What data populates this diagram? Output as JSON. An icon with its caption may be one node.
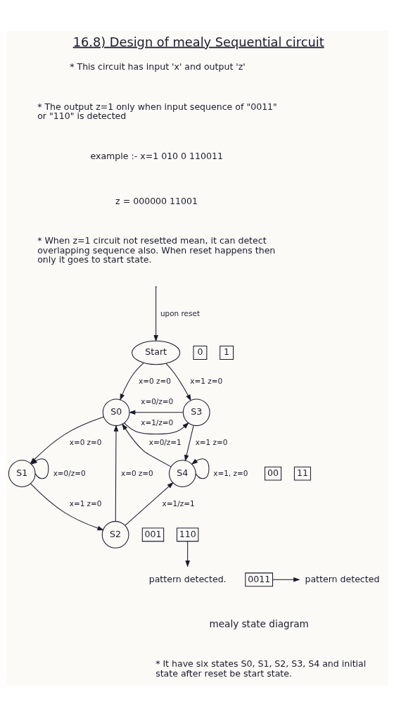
{
  "diagram": {
    "title": "16.8) Design of mealy Sequential circuit",
    "caption": "mealy state diagram",
    "nodes": [
      {
        "text": [
          "Start"
        ]
      },
      {
        "text": [
          "S0"
        ]
      },
      {
        "text": [
          "S1"
        ]
      },
      {
        "text": [
          "S2"
        ]
      },
      {
        "text": [
          "S3"
        ]
      },
      {
        "text": [
          "S4"
        ]
      },
      {
        "text": [
          "0"
        ]
      },
      {
        "text": [
          "1"
        ]
      },
      {
        "text": [
          "00"
        ]
      },
      {
        "text": [
          "11"
        ]
      },
      {
        "text": [
          "001"
        ]
      },
      {
        "text": [
          "110"
        ]
      },
      {
        "text": [
          "pattern detected."
        ]
      },
      {
        "text": [
          "0011"
        ]
      },
      {
        "text": [
          "pattern detected"
        ]
      }
    ],
    "edges": [
      {
        "from": null,
        "to": 0,
        "arrow": "to",
        "label": "upon reset"
      },
      {
        "from": 0,
        "to": 1,
        "arrow": "to",
        "label": "x=0 z=0"
      },
      {
        "from": 0,
        "to": 4,
        "arrow": "to",
        "label": "x=1 z=0"
      },
      {
        "from": 4,
        "to": 1,
        "arrow": "to",
        "label": "x=0/z=0"
      },
      {
        "from": 1,
        "to": 4,
        "arrow": "to",
        "label": "x=1/z=0"
      },
      {
        "from": 1,
        "to": 2,
        "arrow": "to",
        "label": "x=0 z=0"
      },
      {
        "from": 2,
        "to": 2,
        "arrow": "to",
        "label": "x=0/z=0"
      },
      {
        "from": 2,
        "to": 3,
        "arrow": "to",
        "label": "x=1 z=0"
      },
      {
        "from": 3,
        "to": 1,
        "arrow": "to",
        "label": "x=0 z=0"
      },
      {
        "from": 4,
        "to": 5,
        "arrow": "to",
        "label": "x=1 z=0"
      },
      {
        "from": 5,
        "to": 5,
        "arrow": "to",
        "label": "x=1, z=0"
      },
      {
        "from": 5,
        "to": 1,
        "arrow": "to",
        "label": "x=0/z=1"
      },
      {
        "from": 3,
        "to": 5,
        "arrow": "to",
        "label": "x=1/z=1"
      },
      {
        "from": 11,
        "to": 12,
        "arrow": "to"
      },
      {
        "from": 13,
        "to": 14,
        "arrow": "to"
      }
    ],
    "labels": [
      "* This circuit has input 'x' and output 'z'",
      "* The output z=1 only when input sequence of \"0011\" or \"110\" is detected",
      "example :- x=1 010 0 110011",
      "z = 000000 11001",
      "* When z=1 circuit not resetted mean, it can detect overlapping sequence also. When reset happens then only it goes to start state.",
      "* It have six states S0, S1, S2, S3, S4 and initial state after reset be start state."
    ]
  }
}
